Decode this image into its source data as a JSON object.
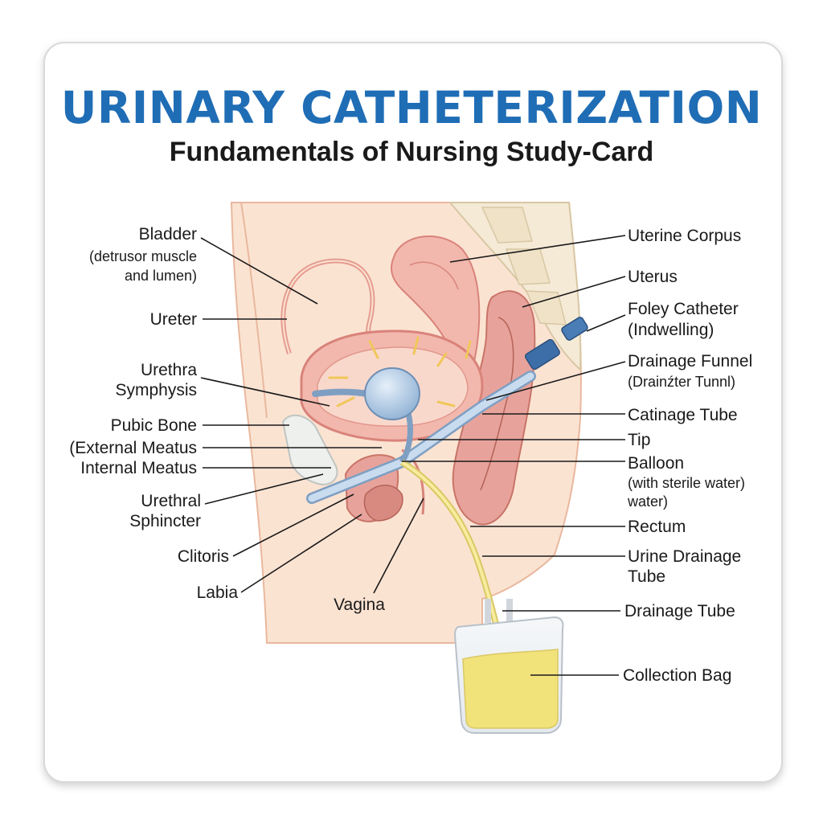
{
  "title": "URINARY CATHETERIZATION",
  "subtitle": "Fundamentals of Nursing Study-Card",
  "labels": {
    "bladder": "Bladder",
    "bladder_detail_1": "(detrusor muscle",
    "bladder_detail_2": "and lumen)",
    "ureter": "Ureter",
    "urethra_symphysis_1": "Urethra",
    "urethra_symphysis_2": "Symphysis",
    "pubic_bone": "Pubic Bone",
    "external_meatus": "(External Meatus",
    "internal_meatus": "Internal Meatus",
    "urethral_sphincter_1": "Urethral",
    "urethral_sphincter_2": "Sphincter",
    "clitoris": "Clitoris",
    "labia": "Labia",
    "vagina": "Vagina",
    "uterine_corpus": "Uterine Corpus",
    "uterus": "Uterus",
    "foley_catheter_1": "Foley Catheter",
    "foley_catheter_2": "(Indwelling)",
    "drainage_funnel_1": "Drainage Funnel",
    "drainage_funnel_2": "(Drainźter Tunnl)",
    "catinage_tube": "Catinage Tube",
    "tip": "Tip",
    "balloon_1": "Balloon",
    "balloon_2": "(with sterile water)",
    "balloon_3": "water)",
    "rectum": "Rectum",
    "urine_drainage_tube_1": "Urine Drainage",
    "urine_drainage_tube_2": "Tube",
    "drainage_tube": "Drainage Tube",
    "collection_bag": "Collection Bag"
  },
  "colors": {
    "title": "#1f6db5",
    "skin": "#fbe3d2",
    "tissue": "#f2b8ad",
    "tissue_dark": "#d9837a",
    "catheter": "#a9c6e3",
    "urine": "#f3e58a"
  }
}
